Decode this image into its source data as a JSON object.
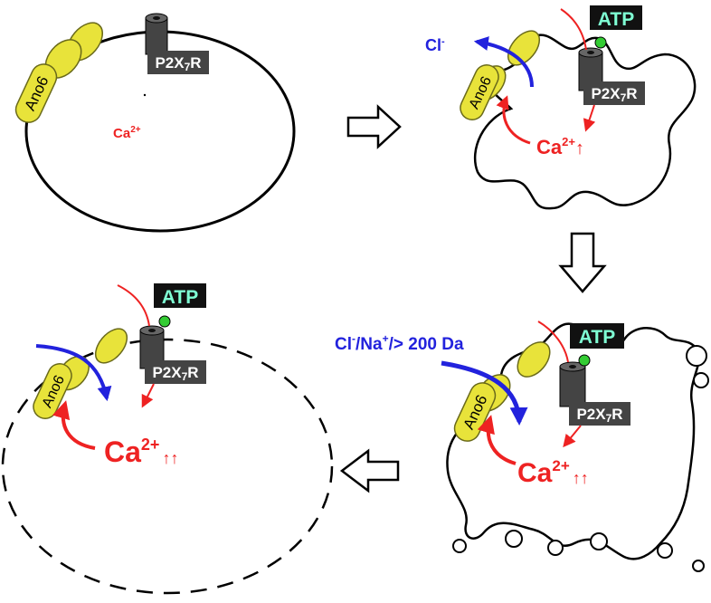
{
  "colors": {
    "membrane": "#000000",
    "ano6_fill": "#e8e33a",
    "ano6_stroke": "#6a6a1a",
    "p2x7r_fill": "#444444",
    "calcium": "#ee2222",
    "chloride": "#2222dd",
    "atp_bg": "#111111",
    "atp_text": "#7fffd4",
    "atp_ball": "#33cc33"
  },
  "icons": {
    "ano6": "yellow-capsule-channel",
    "p2x7r": "dark-cylinder-receptor",
    "atp_ligand": "green-ball",
    "step_arrow": "hollow-block-arrow"
  },
  "labels": {
    "ano6": "Ano6",
    "p2x7r_prefix": "P2X",
    "p2x7r_sub": "7",
    "p2x7r_suffix": "R",
    "atp": "ATP",
    "ca_base": "Ca",
    "ca_sup": "2+",
    "ca_up1": "↑",
    "ca_up2": "↑↑",
    "cl_base": "Cl",
    "cl_sup": "-",
    "cl_na_a": "Cl",
    "cl_na_a_sup": "-",
    "cl_na_b": "/Na",
    "cl_na_b_sup": "+",
    "cl_na_c": "/> 200 Da"
  }
}
